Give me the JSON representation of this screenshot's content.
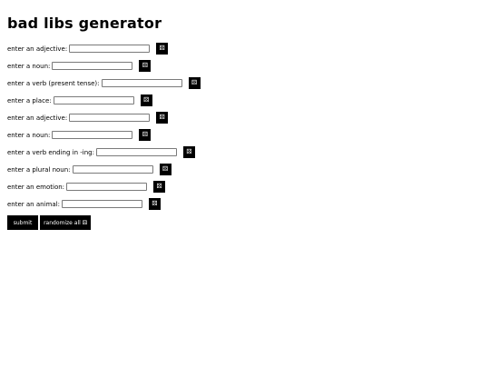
{
  "page": {
    "title": "bad libs generator"
  },
  "form": {
    "fields": [
      {
        "label": "enter an adjective:",
        "value": "",
        "random_icon": "⚄"
      },
      {
        "label": "enter a noun:",
        "value": "",
        "random_icon": "⚄"
      },
      {
        "label": "enter a verb (present tense):",
        "value": "",
        "random_icon": "⚄"
      },
      {
        "label": "enter a place:",
        "value": "",
        "random_icon": "⚄"
      },
      {
        "label": "enter an adjective:",
        "value": "",
        "random_icon": "⚄"
      },
      {
        "label": "enter a noun:",
        "value": "",
        "random_icon": "⚄"
      },
      {
        "label": "enter a verb ending in -ing:",
        "value": "",
        "random_icon": "⚄"
      },
      {
        "label": "enter a plural noun:",
        "value": "",
        "random_icon": "⚄"
      },
      {
        "label": "enter an emotion:",
        "value": "",
        "random_icon": "⚄"
      },
      {
        "label": "enter an animal:",
        "value": "",
        "random_icon": "⚄"
      }
    ],
    "submit_label": "submit",
    "randomize_all_label": "randomize all ⚄"
  },
  "colors": {
    "background": "#ffffff",
    "button": "#000000",
    "button_text": "#ffffff"
  }
}
